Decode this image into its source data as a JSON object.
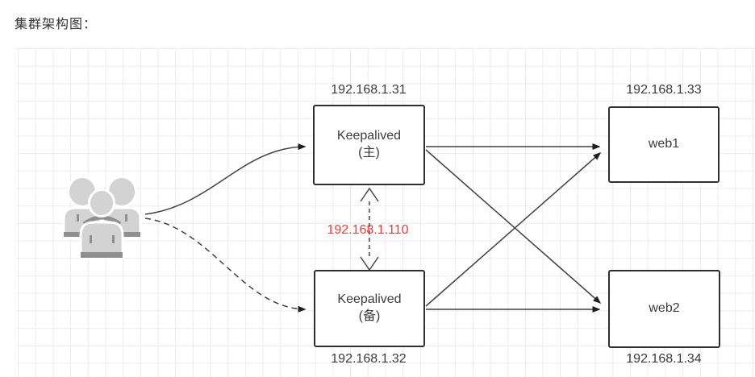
{
  "title": "集群架构图：",
  "diagram": {
    "vip": {
      "label": "192.168.1.110",
      "color": "#fb3434"
    },
    "nodes": {
      "keepalived_master": {
        "name": "Keepalived",
        "role": "(主)",
        "ip": "192.168.1.31"
      },
      "keepalived_backup": {
        "name": "Keepalived",
        "role": "(备)",
        "ip": "192.168.1.32"
      },
      "web1": {
        "name": "web1",
        "ip": "192.168.1.33"
      },
      "web2": {
        "name": "web2",
        "ip": "192.168.1.34"
      }
    },
    "icons": {
      "clients": "users-group-icon"
    },
    "colors": {
      "node_border": "#2f2f2f",
      "arrow": "#414141",
      "grid_line": "#ececec"
    }
  }
}
